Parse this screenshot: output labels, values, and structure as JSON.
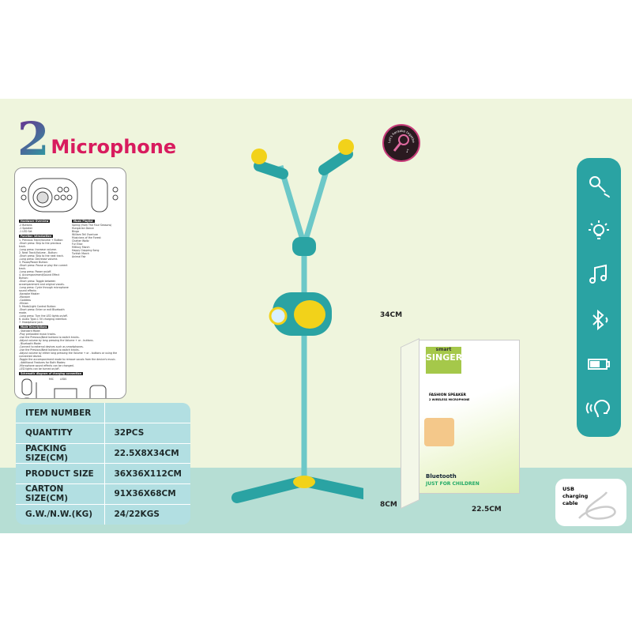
{
  "title": {
    "number": "2",
    "word": "Microphone"
  },
  "badge": {
    "text": "Let's karaoke together"
  },
  "manual": {
    "hardware_header": "Hardware Overview",
    "hardware": [
      "-2 Buttons",
      "-1 Speaker",
      "-1 LED Set"
    ],
    "function_header": "Function Introduction",
    "functions": [
      "1. Previous Track/Volume + Button:",
      "-Short press: Skip to the previous track.",
      "-Long press: Increase volume.",
      "2. Next Track/Volume - Button:",
      "-Short press: Skip to the next track.",
      "-Long press: Decrease volume.",
      "3. Pause/Power Button:",
      "-Short press: Pause or play the current track.",
      "-Long press: Power on/off.",
      "4. Accompaniment/Sound Effect Button:",
      "-Short press: Toggle between accompaniment and original vocals.",
      "-Long press: Cycle through microphone sound effects:",
      "-Karaoke Master",
      "-Monster",
      "-Goddess",
      "-Minion",
      "5. Mode/Light Control Button:",
      "-Short press: Enter or exit Bluetooth mode.",
      "-Long press: Turn the LED lights on/off.",
      "6. Audio Type-C 5V charging interface.",
      "7. Headphone jack."
    ],
    "playlist_header": "Music Playlist",
    "playlist": [
      "Spring (from The Four Seasons)",
      "Hungarian Dance",
      "Bingo",
      "William Tell Overture",
      "Musicians of the Forest",
      "Chatter Waltz",
      "Fur Elise",
      "Military March",
      "Happy Clapping Song",
      "Turkish March",
      "Animal Fair"
    ],
    "mode_header": "Mode Descriptions",
    "modes": [
      "- Standard Mode:",
      "-Play preloaded music tracks.",
      "-Use the Previous/Next buttons to switch tracks.",
      "-Adjust volume by long pressing the Volume + or - buttons.",
      "- Bluetooth Mode:",
      "-Connect to external devices such as smartphones.",
      "-Use the Previous/Next buttons to switch tracks.",
      "-Adjust volume by either long pressing the Volume + or - buttons or using the connected device.",
      "-Toggle the accompaniment mode to remove vocals from the device's music.",
      "- Additional Features for Both Modes:",
      "-Microphone sound effects can be changed.",
      "-LED lights can be turned on/off."
    ],
    "schematic_header": "Schematic diagram of charging connection",
    "schematic_labels": [
      "MIC",
      "LEDS"
    ]
  },
  "specs": [
    {
      "label": "ITEM NUMBER",
      "value": ""
    },
    {
      "label": "QUANTITY",
      "value": "32PCS"
    },
    {
      "label": "PACKING SIZE(CM)",
      "value": "22.5X8X34CM"
    },
    {
      "label": "PRODUCT SIZE",
      "value": "36X36X112CM"
    },
    {
      "label": "CARTON SIZE(CM)",
      "value": "91X36X68CM"
    },
    {
      "label": "G.W./N.W.(KG)",
      "value": "24/22KGS"
    }
  ],
  "box": {
    "brand_top": "smart",
    "brand": "SINGER",
    "line1": "FASHION SPEAKER",
    "line2": "2 WIRELESS MICROPHONE",
    "bluetooth": "Bluetooth",
    "tagline": "JUST FOR CHILDREN"
  },
  "dimensions": {
    "height": "34CM",
    "depth": "8CM",
    "width": "22.5CM"
  },
  "features": [
    "microphone-icon",
    "light-bulb-icon",
    "music-note-icon",
    "bluetooth-icon",
    "battery-icon",
    "voice-icon"
  ],
  "usb": {
    "label": "USB charging cable"
  },
  "colors": {
    "teal": "#2aa3a3",
    "yellow": "#f2d21a",
    "pink": "#d81b5e",
    "cream": "#eff5dd"
  }
}
